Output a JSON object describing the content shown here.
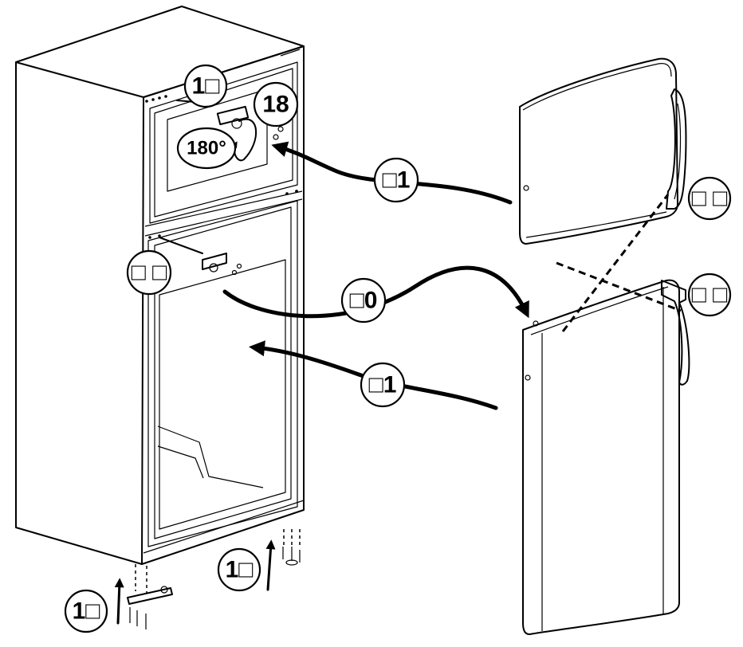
{
  "callouts": {
    "top_hinge_remove": "1□",
    "hinge_pin_18": "18",
    "rotate_angle": "180°",
    "freezer_door_move": "□1",
    "freezer_handle": "□ □",
    "middle_hinge": "□ □",
    "fridge_door_move": "□0",
    "fridge_handle": "□ □",
    "fridge_door_refit": "□1",
    "bottom_hinge_right": "1□",
    "bottom_hinge_left": "1□"
  }
}
